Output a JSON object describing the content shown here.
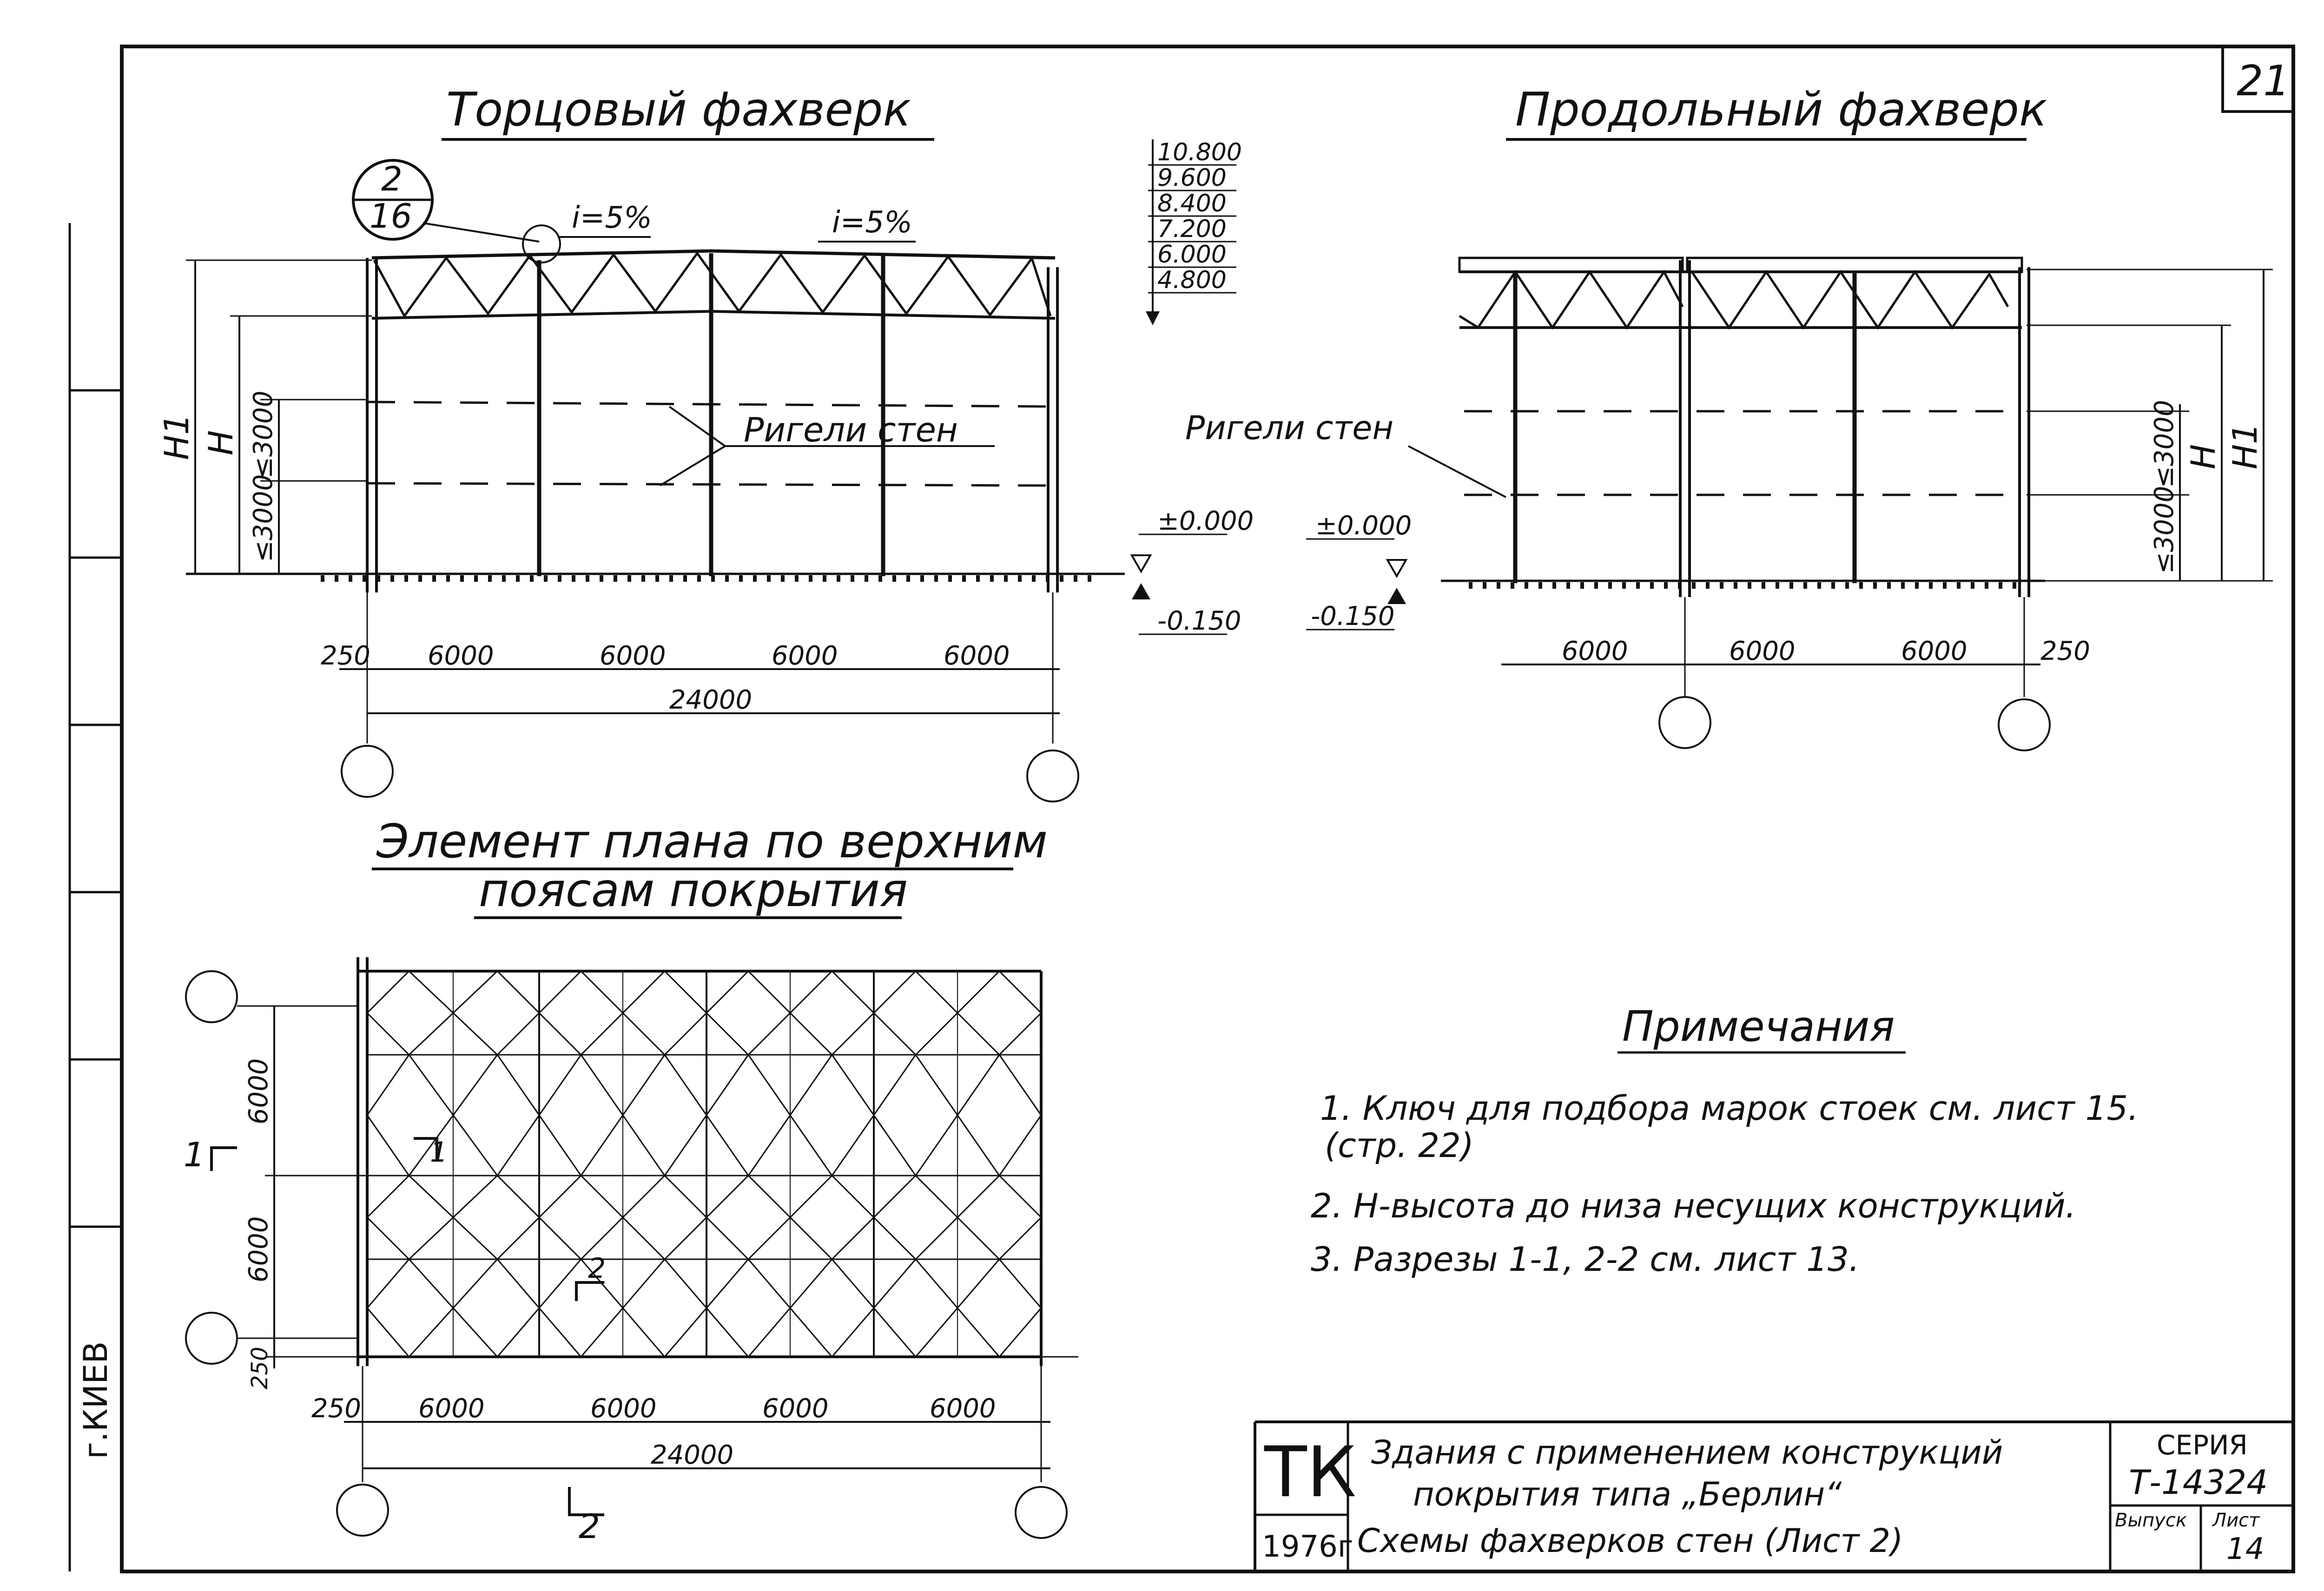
{
  "sheet_number": "21",
  "left_stamp": "г.КИЕВ",
  "end_framing": {
    "title": "Торцовый фахверк",
    "node_top": "2",
    "node_bottom": "16",
    "slope_left": "i=5%",
    "slope_right": "i=5%",
    "level_list": [
      "10.800",
      "9.600",
      "8.400",
      "7.200",
      "6.000",
      "4.800"
    ],
    "wall_girders_label": "Ригели стен",
    "dim_h1": "H1",
    "dim_h": "H",
    "dim_3000_upper": "≤3000",
    "dim_3000_lower": "≤3000",
    "level_zero": "±0.000",
    "level_minus": "-0.150",
    "offset": "250",
    "spans": [
      "6000",
      "6000",
      "6000",
      "6000"
    ],
    "total": "24000"
  },
  "long_framing": {
    "title": "Продольный фахверк",
    "wall_girders_label": "Ригели стен",
    "level_zero": "±0.000",
    "level_minus": "-0.150",
    "spans": [
      "6000",
      "6000",
      "6000"
    ],
    "offset": "250",
    "dim_3000_upper": "≤3000",
    "dim_3000_lower": "≤3000",
    "dim_h": "H",
    "dim_h1": "H1"
  },
  "plan": {
    "title_line1": "Элемент плана по верхним",
    "title_line2": "поясам покрытия",
    "spans": [
      "6000",
      "6000",
      "6000",
      "6000"
    ],
    "offset": "250",
    "total": "24000",
    "v_dim_1": "6000",
    "v_dim_2": "6000",
    "v_offset": "250",
    "cut_1_left": "1",
    "cut_1_right": "1",
    "cut_2_mid": "2",
    "cut_2_bottom": "2"
  },
  "notes": {
    "title": "Примечания",
    "items": [
      "1. Ключ для подбора марок стоек см. лист 15.",
      "(стр. 22)",
      "2. H-высота до низа несущих конструкций.",
      "3. Разрезы 1-1, 2-2 см. лист 13."
    ]
  },
  "title_block": {
    "org_logo": "ТК",
    "year": "1976г",
    "line1": "Здания с применением конструкций",
    "line2": "покрытия типа „Берлин“",
    "line3": "Схемы фахверков стен (Лист 2)",
    "series_label": "СЕРИЯ",
    "series_value": "Т-14324",
    "issue_label": "Выпуск",
    "sheet_label": "Лист",
    "sheet_value": "14"
  }
}
